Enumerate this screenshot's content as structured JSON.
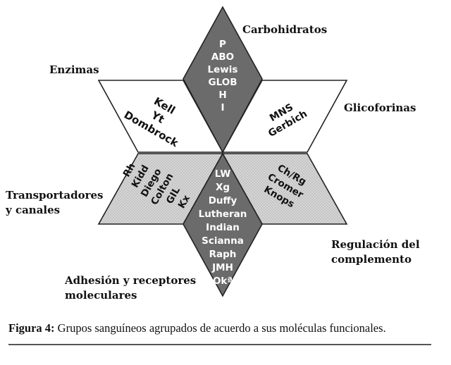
{
  "categories": {
    "carbohidratos": {
      "label": "Carbohidratos",
      "groups": [
        "P",
        "ABO",
        "Lewis",
        "GLOB",
        "H",
        "I"
      ]
    },
    "glicoforinas": {
      "label": "Glicoforinas",
      "groups": [
        "MNS",
        "Gerbich"
      ]
    },
    "complemento": {
      "label_lines": [
        "Regulación del",
        "complemento"
      ],
      "groups": [
        "Ch/Rg",
        "Cromer",
        "Knops"
      ]
    },
    "adhesion": {
      "label_lines": [
        "Adhesión y receptores",
        "moleculares"
      ],
      "groups": [
        "LW",
        "Xg",
        "Duffy",
        "Lutheran",
        "Indian",
        "Scianna",
        "Raph",
        "JMH",
        "Okª"
      ]
    },
    "transportadores": {
      "label_lines": [
        "Transportadores",
        "y canales"
      ],
      "groups": [
        "Rh",
        "Kidd",
        "Diego",
        "Colton",
        "GIL",
        "Kx"
      ]
    },
    "enzimas": {
      "label": "Enzimas",
      "groups": [
        "Kell",
        "Yt",
        "Dombrock"
      ]
    }
  },
  "caption": {
    "prefix": "Figura 4:",
    "text": " Grupos sanguíneos agrupados de acuerdo a sus moléculas funcionales."
  },
  "colors": {
    "dark": "#6b6b6b",
    "light_fill": "#d4d4d4",
    "white_fill": "#ffffff",
    "stroke": "#222222"
  }
}
